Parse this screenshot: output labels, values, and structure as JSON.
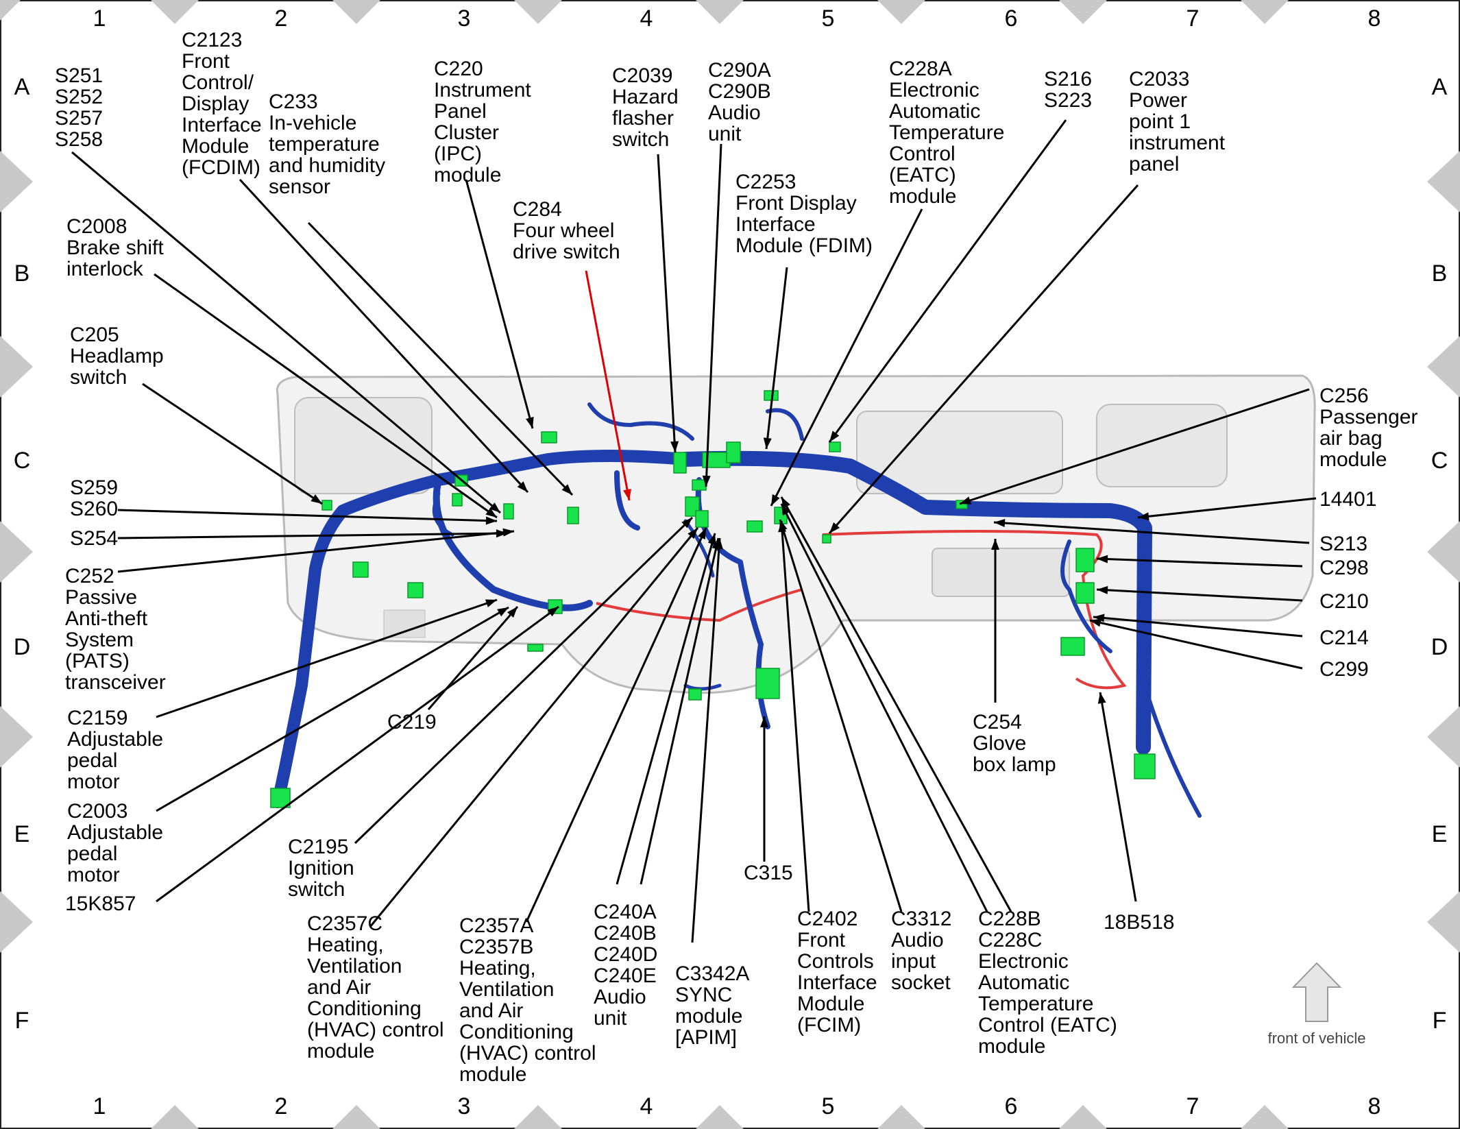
{
  "grid": {
    "columns": [
      "1",
      "2",
      "3",
      "4",
      "5",
      "6",
      "7",
      "8"
    ],
    "rows": [
      "A",
      "B",
      "C",
      "D",
      "E",
      "F"
    ]
  },
  "callouts": [
    {
      "id": "s251",
      "lines": [
        "S251",
        "S252",
        "S257",
        "S258"
      ]
    },
    {
      "id": "c2123",
      "lines": [
        "C2123",
        "Front",
        "Control/",
        "Display",
        "Interface",
        "Module",
        "(FCDIM)"
      ]
    },
    {
      "id": "c233",
      "lines": [
        "C233",
        "In-vehicle",
        "temperature",
        "and humidity",
        "sensor"
      ]
    },
    {
      "id": "c220",
      "lines": [
        "C220",
        "Instrument",
        "Panel",
        "Cluster",
        "(IPC)",
        "module"
      ]
    },
    {
      "id": "c284",
      "lines": [
        "C284",
        "Four wheel",
        "drive switch"
      ],
      "highlight": true
    },
    {
      "id": "c2039",
      "lines": [
        "C2039",
        "Hazard",
        "flasher",
        "switch"
      ]
    },
    {
      "id": "c290a",
      "lines": [
        "C290A",
        "C290B",
        "Audio",
        "unit"
      ]
    },
    {
      "id": "c2253",
      "lines": [
        "C2253",
        "Front Display",
        "Interface",
        "Module (FDIM)"
      ]
    },
    {
      "id": "c228a",
      "lines": [
        "C228A",
        "Electronic",
        "Automatic",
        "Temperature",
        "Control",
        "(EATC)",
        "module"
      ]
    },
    {
      "id": "s216",
      "lines": [
        "S216",
        "S223"
      ]
    },
    {
      "id": "c2033",
      "lines": [
        "C2033",
        "Power",
        "point 1",
        "instrument",
        "panel"
      ]
    },
    {
      "id": "c2008",
      "lines": [
        "C2008",
        "Brake shift",
        "interlock"
      ]
    },
    {
      "id": "c205",
      "lines": [
        "C205",
        "Headlamp",
        "switch"
      ]
    },
    {
      "id": "c256",
      "lines": [
        "C256",
        "Passenger",
        "air bag",
        "module"
      ]
    },
    {
      "id": "s259",
      "lines": [
        "S259",
        "S260"
      ]
    },
    {
      "id": "s254",
      "lines": [
        "S254"
      ]
    },
    {
      "id": "c252",
      "lines": [
        "C252",
        "Passive",
        "Anti-theft",
        "System",
        "(PATS)",
        "transceiver"
      ]
    },
    {
      "id": "c14401",
      "lines": [
        "14401"
      ]
    },
    {
      "id": "s213",
      "lines": [
        "S213"
      ]
    },
    {
      "id": "c298",
      "lines": [
        "C298"
      ]
    },
    {
      "id": "c210",
      "lines": [
        "C210"
      ]
    },
    {
      "id": "c214",
      "lines": [
        "C214"
      ]
    },
    {
      "id": "c299",
      "lines": [
        "C299"
      ]
    },
    {
      "id": "c2159",
      "lines": [
        "C2159",
        "Adjustable",
        "pedal",
        "motor"
      ]
    },
    {
      "id": "c219",
      "lines": [
        "C219"
      ]
    },
    {
      "id": "c254",
      "lines": [
        "C254",
        "Glove",
        "box lamp"
      ]
    },
    {
      "id": "c2003",
      "lines": [
        "C2003",
        "Adjustable",
        "pedal",
        "motor"
      ]
    },
    {
      "id": "c15k857",
      "lines": [
        "15K857"
      ]
    },
    {
      "id": "c2195",
      "lines": [
        "C2195",
        "Ignition",
        "switch"
      ]
    },
    {
      "id": "c315",
      "lines": [
        "C315"
      ]
    },
    {
      "id": "c2357c",
      "lines": [
        "C2357C",
        "Heating,",
        "Ventilation",
        "and Air",
        "Conditioning",
        "(HVAC) control",
        "module"
      ]
    },
    {
      "id": "c2357a",
      "lines": [
        "C2357A",
        "C2357B",
        "Heating,",
        "Ventilation",
        "and Air",
        "Conditioning",
        "(HVAC) control",
        "module"
      ]
    },
    {
      "id": "c240a",
      "lines": [
        "C240A",
        "C240B",
        "C240D",
        "C240E",
        "Audio",
        "unit"
      ]
    },
    {
      "id": "c3342a",
      "lines": [
        "C3342A",
        "SYNC",
        "module",
        "[APIM]"
      ]
    },
    {
      "id": "c2402",
      "lines": [
        "C2402",
        "Front",
        "Controls",
        "Interface",
        "Module",
        "(FCIM)"
      ]
    },
    {
      "id": "c3312",
      "lines": [
        "C3312",
        "Audio",
        "input",
        "socket"
      ]
    },
    {
      "id": "c228b",
      "lines": [
        "C228B",
        "C228C",
        "Electronic",
        "Automatic",
        "Temperature",
        "Control (EATC)",
        "module"
      ]
    },
    {
      "id": "c18b518",
      "lines": [
        "18B518"
      ]
    }
  ],
  "front_of_vehicle_label": "front of vehicle",
  "colors": {
    "harness": "#1f3fae",
    "connector": "#19e34a",
    "highlight_text": "#e00000",
    "red_circuit": "#e33b3b",
    "frame_triangle": "#c8c8c8"
  }
}
